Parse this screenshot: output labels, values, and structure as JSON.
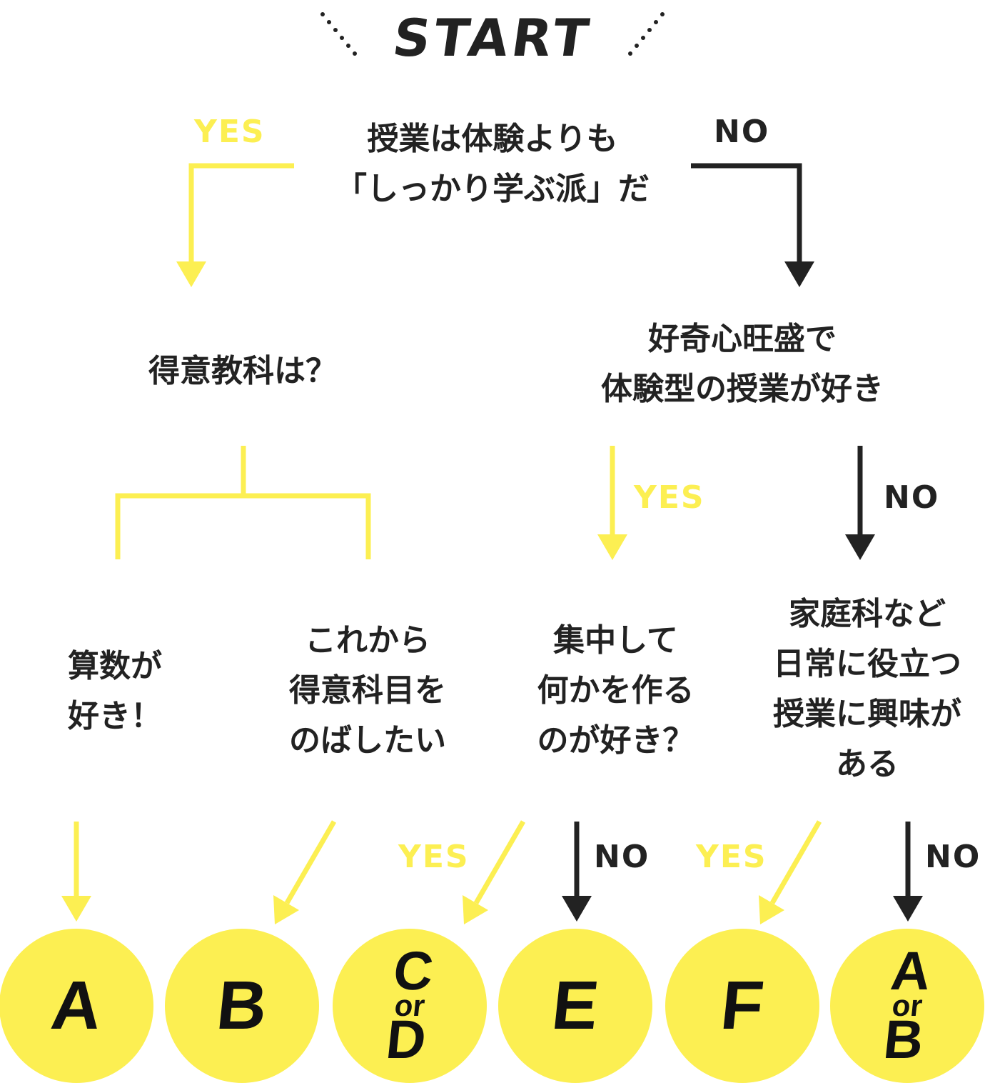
{
  "start_label": "START",
  "colors": {
    "yes": "#fcef52",
    "no": "#222222",
    "result_circle": "#fcef52"
  },
  "questions": {
    "q1": "授業は体験よりも\n「しっかり学ぶ派」だ",
    "q2": "得意教科は？",
    "q3": "好奇心旺盛で\n体験型の授業が好き",
    "q4": "算数が\n好き！",
    "q5": "これから\n得意科目を\nのばしたい",
    "q6": "集中して\n何かを作る\nのが好き？",
    "q7": "家庭科など\n日常に役立つ\n授業に興味が\nある"
  },
  "labels": {
    "yes": "YES",
    "no": "NO"
  },
  "results": [
    {
      "id": "A",
      "main": "A"
    },
    {
      "id": "B",
      "main": "B"
    },
    {
      "id": "CorD",
      "top": "C",
      "or": "or",
      "bottom": "D"
    },
    {
      "id": "E",
      "main": "E"
    },
    {
      "id": "F",
      "main": "F"
    },
    {
      "id": "AorB",
      "top": "A",
      "or": "or",
      "bottom": "B"
    }
  ]
}
